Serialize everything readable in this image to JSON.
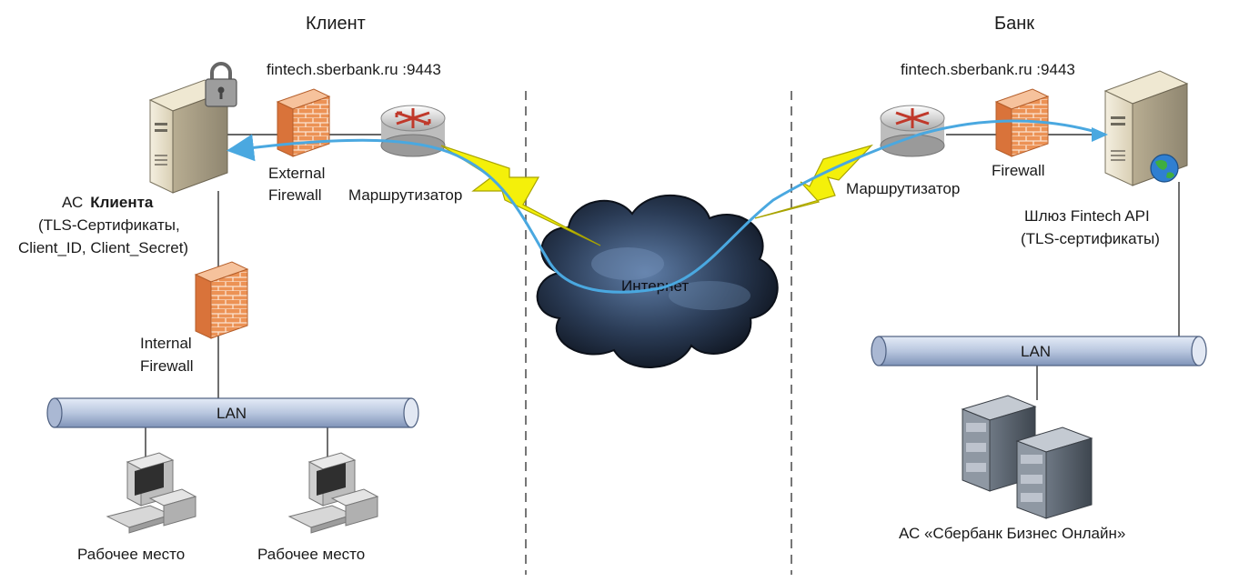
{
  "sections": {
    "client_title": "Клиент",
    "bank_title": "Банк"
  },
  "client": {
    "host_left": "fintech.sberbank.ru :9443",
    "server_label_prefix": "АС",
    "server_label_bold": "Клиента",
    "server_line2": "(TLS-Сертификаты,",
    "server_line3": "Client_ID, Client_Secret)",
    "external_fw_line1": "External",
    "external_fw_line2": "Firewall",
    "router": "Маршрутизатор",
    "internal_fw_line1": "Internal",
    "internal_fw_line2": "Firewall",
    "lan": "LAN",
    "workstation1": "Рабочее место",
    "workstation2": "Рабочее место"
  },
  "internet": {
    "label": "Интернет"
  },
  "bank": {
    "host_right": "fintech.sberbank.ru :9443",
    "router": "Маршрутизатор",
    "firewall": "Firewall",
    "gateway_line1": "Шлюз Fintech API",
    "gateway_line2": "(TLS-сертификаты)",
    "lan": "LAN",
    "system": "АС «Сбербанк Бизнес Онлайн»"
  },
  "colors": {
    "flow_line": "#4aa8e0",
    "lan_fill": "#b9c7df",
    "brick": "#e88a4a",
    "lightning": "#f4f00a",
    "cloud": "#1d2a3c"
  }
}
